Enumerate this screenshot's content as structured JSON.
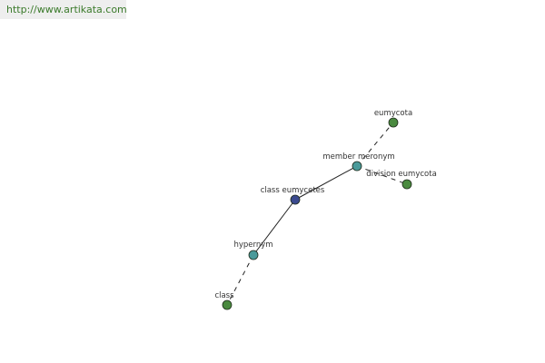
{
  "header": {
    "url": "http://www.artikata.com"
  },
  "graph": {
    "colors": {
      "center": "#3b4a8f",
      "relation": "#4a9a9a",
      "leaf": "#4a8a3f",
      "edge": "#222222",
      "label": "#333333"
    },
    "nodes": [
      {
        "id": "center",
        "label": "class eumycetes",
        "kind": "center"
      },
      {
        "id": "member_meronym",
        "label": "member meronym",
        "kind": "relation"
      },
      {
        "id": "eumycota",
        "label": "eumycota",
        "kind": "leaf"
      },
      {
        "id": "division_eumycota",
        "label": "division eumycota",
        "kind": "leaf"
      },
      {
        "id": "hypernym",
        "label": "hypernym",
        "kind": "relation"
      },
      {
        "id": "class",
        "label": "class",
        "kind": "leaf"
      }
    ],
    "edges": [
      {
        "from": "center",
        "to": "member_meronym",
        "style": "solid"
      },
      {
        "from": "member_meronym",
        "to": "eumycota",
        "style": "dashed"
      },
      {
        "from": "member_meronym",
        "to": "division_eumycota",
        "style": "dashed"
      },
      {
        "from": "center",
        "to": "hypernym",
        "style": "solid"
      },
      {
        "from": "hypernym",
        "to": "class",
        "style": "dashed"
      }
    ]
  }
}
